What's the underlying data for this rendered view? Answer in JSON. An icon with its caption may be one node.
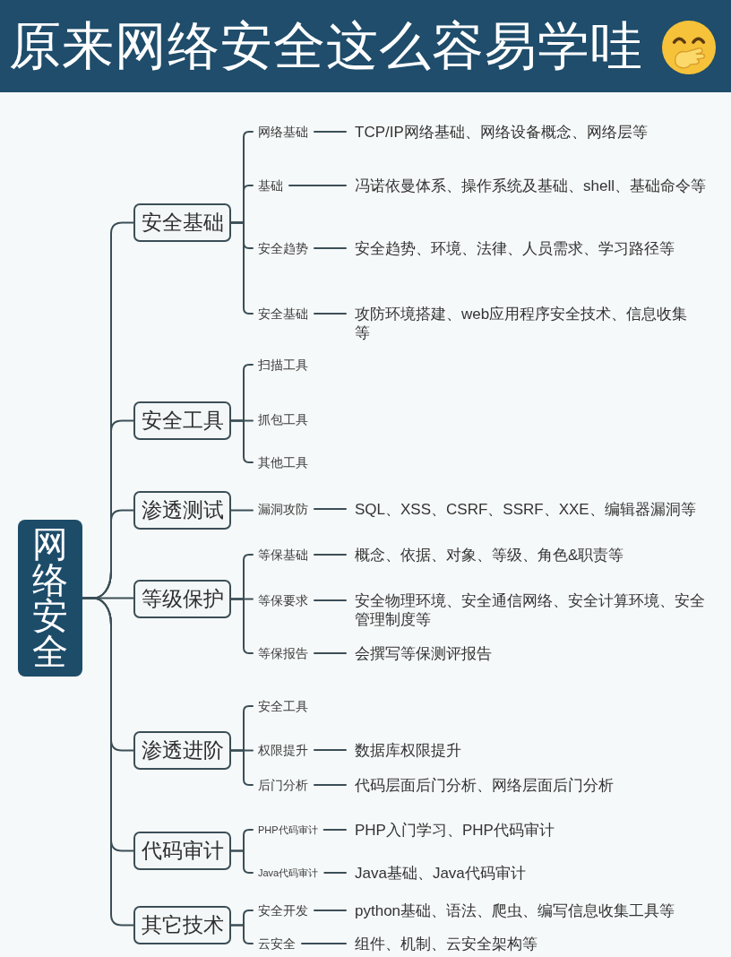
{
  "diagram": {
    "title": "原来网络安全这么容易学哇",
    "nodes": [
      {
        "text": [
          "网络安全"
        ]
      },
      {
        "text": [
          "安全基础"
        ]
      },
      {
        "text": [
          "网络基础"
        ]
      },
      {
        "text": [
          "TCP/IP网络基础、网络设备概念、网络层等"
        ]
      },
      {
        "text": [
          "基础"
        ]
      },
      {
        "text": [
          "冯诺依曼体系、操作系统及基础、shell、基础命令等"
        ]
      },
      {
        "text": [
          "安全趋势"
        ]
      },
      {
        "text": [
          "安全趋势、环境、法律、人员需求、学习路径等"
        ]
      },
      {
        "text": [
          "安全基础"
        ]
      },
      {
        "text": [
          "攻防环境搭建、web应用程序安全技术、信息收集等"
        ]
      },
      {
        "text": [
          "安全工具"
        ]
      },
      {
        "text": [
          "扫描工具"
        ]
      },
      {
        "text": [
          "抓包工具"
        ]
      },
      {
        "text": [
          "其他工具"
        ]
      },
      {
        "text": [
          "渗透测试"
        ]
      },
      {
        "text": [
          "漏洞攻防"
        ]
      },
      {
        "text": [
          "SQL、XSS、CSRF、SSRF、XXE、编辑器漏洞等"
        ]
      },
      {
        "text": [
          "等级保护"
        ]
      },
      {
        "text": [
          "等保基础"
        ]
      },
      {
        "text": [
          "概念、依据、对象、等级、角色&职责等"
        ]
      },
      {
        "text": [
          "等保要求"
        ]
      },
      {
        "text": [
          "安全物理环境、安全通信网络、安全计算环境、安全管理制度等"
        ]
      },
      {
        "text": [
          "等保报告"
        ]
      },
      {
        "text": [
          "会撰写等保测评报告"
        ]
      },
      {
        "text": [
          "渗透进阶"
        ]
      },
      {
        "text": [
          "安全工具"
        ]
      },
      {
        "text": [
          "权限提升"
        ]
      },
      {
        "text": [
          "数据库权限提升"
        ]
      },
      {
        "text": [
          "后门分析"
        ]
      },
      {
        "text": [
          "代码层面后门分析、网络层面后门分析"
        ]
      },
      {
        "text": [
          "代码审计"
        ]
      },
      {
        "text": [
          "PHP代码审计"
        ]
      },
      {
        "text": [
          "PHP入门学习、PHP代码审计"
        ]
      },
      {
        "text": [
          "Java代码审计"
        ]
      },
      {
        "text": [
          "Java基础、Java代码审计"
        ]
      },
      {
        "text": [
          "其它技术"
        ]
      },
      {
        "text": [
          "安全开发"
        ]
      },
      {
        "text": [
          "python基础、语法、爬虫、编写信息收集工具等"
        ]
      },
      {
        "text": [
          "云安全"
        ]
      },
      {
        "text": [
          "组件、机制、云安全架构等"
        ]
      }
    ],
    "edges": [
      {
        "from": 0,
        "to": 1,
        "arrow": "none"
      },
      {
        "from": 0,
        "to": 10,
        "arrow": "none"
      },
      {
        "from": 0,
        "to": 14,
        "arrow": "none"
      },
      {
        "from": 0,
        "to": 17,
        "arrow": "none"
      },
      {
        "from": 0,
        "to": 24,
        "arrow": "none"
      },
      {
        "from": 0,
        "to": 30,
        "arrow": "none"
      },
      {
        "from": 0,
        "to": 35,
        "arrow": "none"
      },
      {
        "from": 1,
        "to": 2,
        "arrow": "none"
      },
      {
        "from": 2,
        "to": 3,
        "arrow": "none"
      },
      {
        "from": 1,
        "to": 4,
        "arrow": "none"
      },
      {
        "from": 4,
        "to": 5,
        "arrow": "none"
      },
      {
        "from": 1,
        "to": 6,
        "arrow": "none"
      },
      {
        "from": 6,
        "to": 7,
        "arrow": "none"
      },
      {
        "from": 1,
        "to": 8,
        "arrow": "none"
      },
      {
        "from": 8,
        "to": 9,
        "arrow": "none"
      },
      {
        "from": 10,
        "to": 11,
        "arrow": "none"
      },
      {
        "from": 10,
        "to": 12,
        "arrow": "none"
      },
      {
        "from": 10,
        "to": 13,
        "arrow": "none"
      },
      {
        "from": 14,
        "to": 15,
        "arrow": "none"
      },
      {
        "from": 15,
        "to": 16,
        "arrow": "none"
      },
      {
        "from": 17,
        "to": 18,
        "arrow": "none"
      },
      {
        "from": 18,
        "to": 19,
        "arrow": "none"
      },
      {
        "from": 17,
        "to": 20,
        "arrow": "none"
      },
      {
        "from": 20,
        "to": 21,
        "arrow": "none"
      },
      {
        "from": 17,
        "to": 22,
        "arrow": "none"
      },
      {
        "from": 22,
        "to": 23,
        "arrow": "none"
      },
      {
        "from": 24,
        "to": 25,
        "arrow": "none"
      },
      {
        "from": 24,
        "to": 26,
        "arrow": "none"
      },
      {
        "from": 26,
        "to": 27,
        "arrow": "none"
      },
      {
        "from": 24,
        "to": 28,
        "arrow": "none"
      },
      {
        "from": 28,
        "to": 29,
        "arrow": "none"
      },
      {
        "from": 30,
        "to": 31,
        "arrow": "none"
      },
      {
        "from": 31,
        "to": 32,
        "arrow": "none"
      },
      {
        "from": 30,
        "to": 33,
        "arrow": "none"
      },
      {
        "from": 33,
        "to": 34,
        "arrow": "none"
      },
      {
        "from": 35,
        "to": 36,
        "arrow": "none"
      },
      {
        "from": 36,
        "to": 37,
        "arrow": "none"
      },
      {
        "from": 35,
        "to": 38,
        "arrow": "none"
      },
      {
        "from": 38,
        "to": 39,
        "arrow": "none"
      }
    ]
  }
}
